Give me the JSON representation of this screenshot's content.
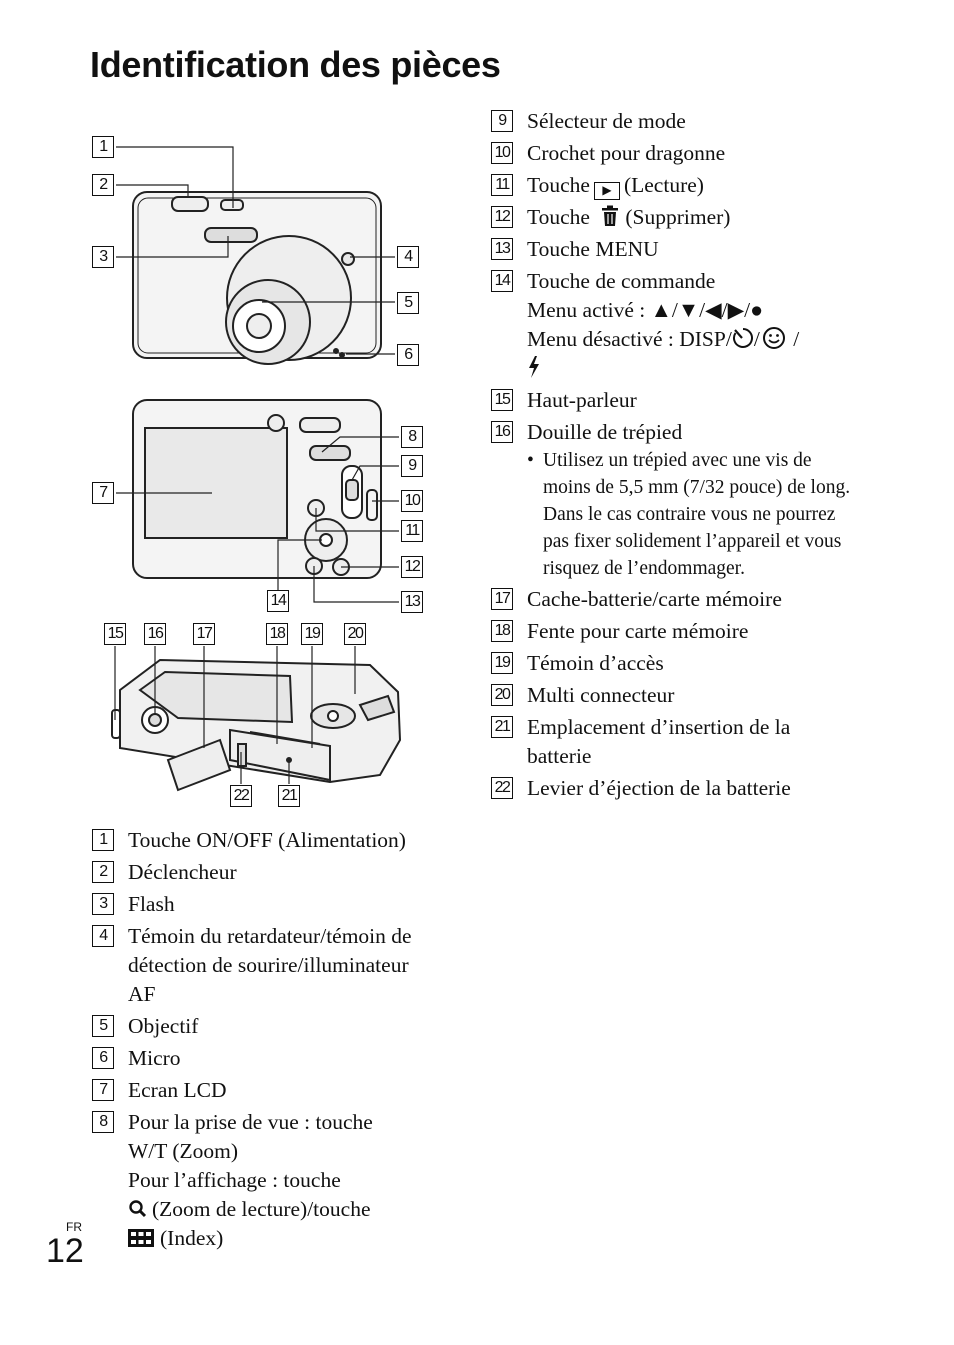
{
  "page_title": "Identification des pièces",
  "lang_tag": "FR",
  "page_number": "12",
  "callouts": [
    "1",
    "2",
    "3",
    "4",
    "5",
    "6",
    "7",
    "8",
    "9",
    "10",
    "11",
    "12",
    "13",
    "14",
    "15",
    "16",
    "17",
    "18",
    "19",
    "20",
    "21",
    "22"
  ],
  "left_items": [
    {
      "num": "1",
      "lines": [
        "Touche ON/OFF (Alimentation)"
      ]
    },
    {
      "num": "2",
      "lines": [
        "Déclencheur"
      ]
    },
    {
      "num": "3",
      "lines": [
        "Flash"
      ]
    },
    {
      "num": "4",
      "lines": [
        "Témoin du retardateur/témoin de",
        "détection de sourire/illuminateur",
        "AF"
      ]
    },
    {
      "num": "5",
      "lines": [
        "Objectif"
      ]
    },
    {
      "num": "6",
      "lines": [
        "Micro"
      ]
    },
    {
      "num": "7",
      "lines": [
        "Ecran LCD"
      ]
    },
    {
      "num": "8",
      "lines": [
        "Pour la prise de vue : touche",
        "W/T (Zoom)",
        "Pour l’affichage : touche"
      ],
      "zoom_text": "(Zoom de lecture)/touche",
      "index_text": "(Index)"
    }
  ],
  "right_items": {
    "i9": "Sélecteur de mode",
    "i10": "Crochet pour dragonne",
    "i11_a": "Touche",
    "i11_b": "(Lecture)",
    "i12_a": "Touche",
    "i12_b": "(Supprimer)",
    "i13": "Touche MENU",
    "i14_l1": "Touche de commande",
    "i14_l2": "Menu activé : ▲/▼/◀/▶/●",
    "i14_l3": "Menu désactivé : DISP/",
    "i15": "Haut-parleur",
    "i16": "Douille de trépied",
    "i16_note": "Utilisez un trépied avec une vis de moins de 5,5 mm (7/32 pouce) de long. Dans le cas contraire vous ne pourrez pas fixer solidement l’appareil et vous risquez de l’endommager.",
    "i17": "Cache-batterie/carte mémoire",
    "i18": "Fente pour carte mémoire",
    "i19": "Témoin d’accès",
    "i20": "Multi connecteur",
    "i21_l1": "Emplacement d’insertion de la",
    "i21_l2": "batterie",
    "i22": "Levier d’éjection de la batterie"
  }
}
